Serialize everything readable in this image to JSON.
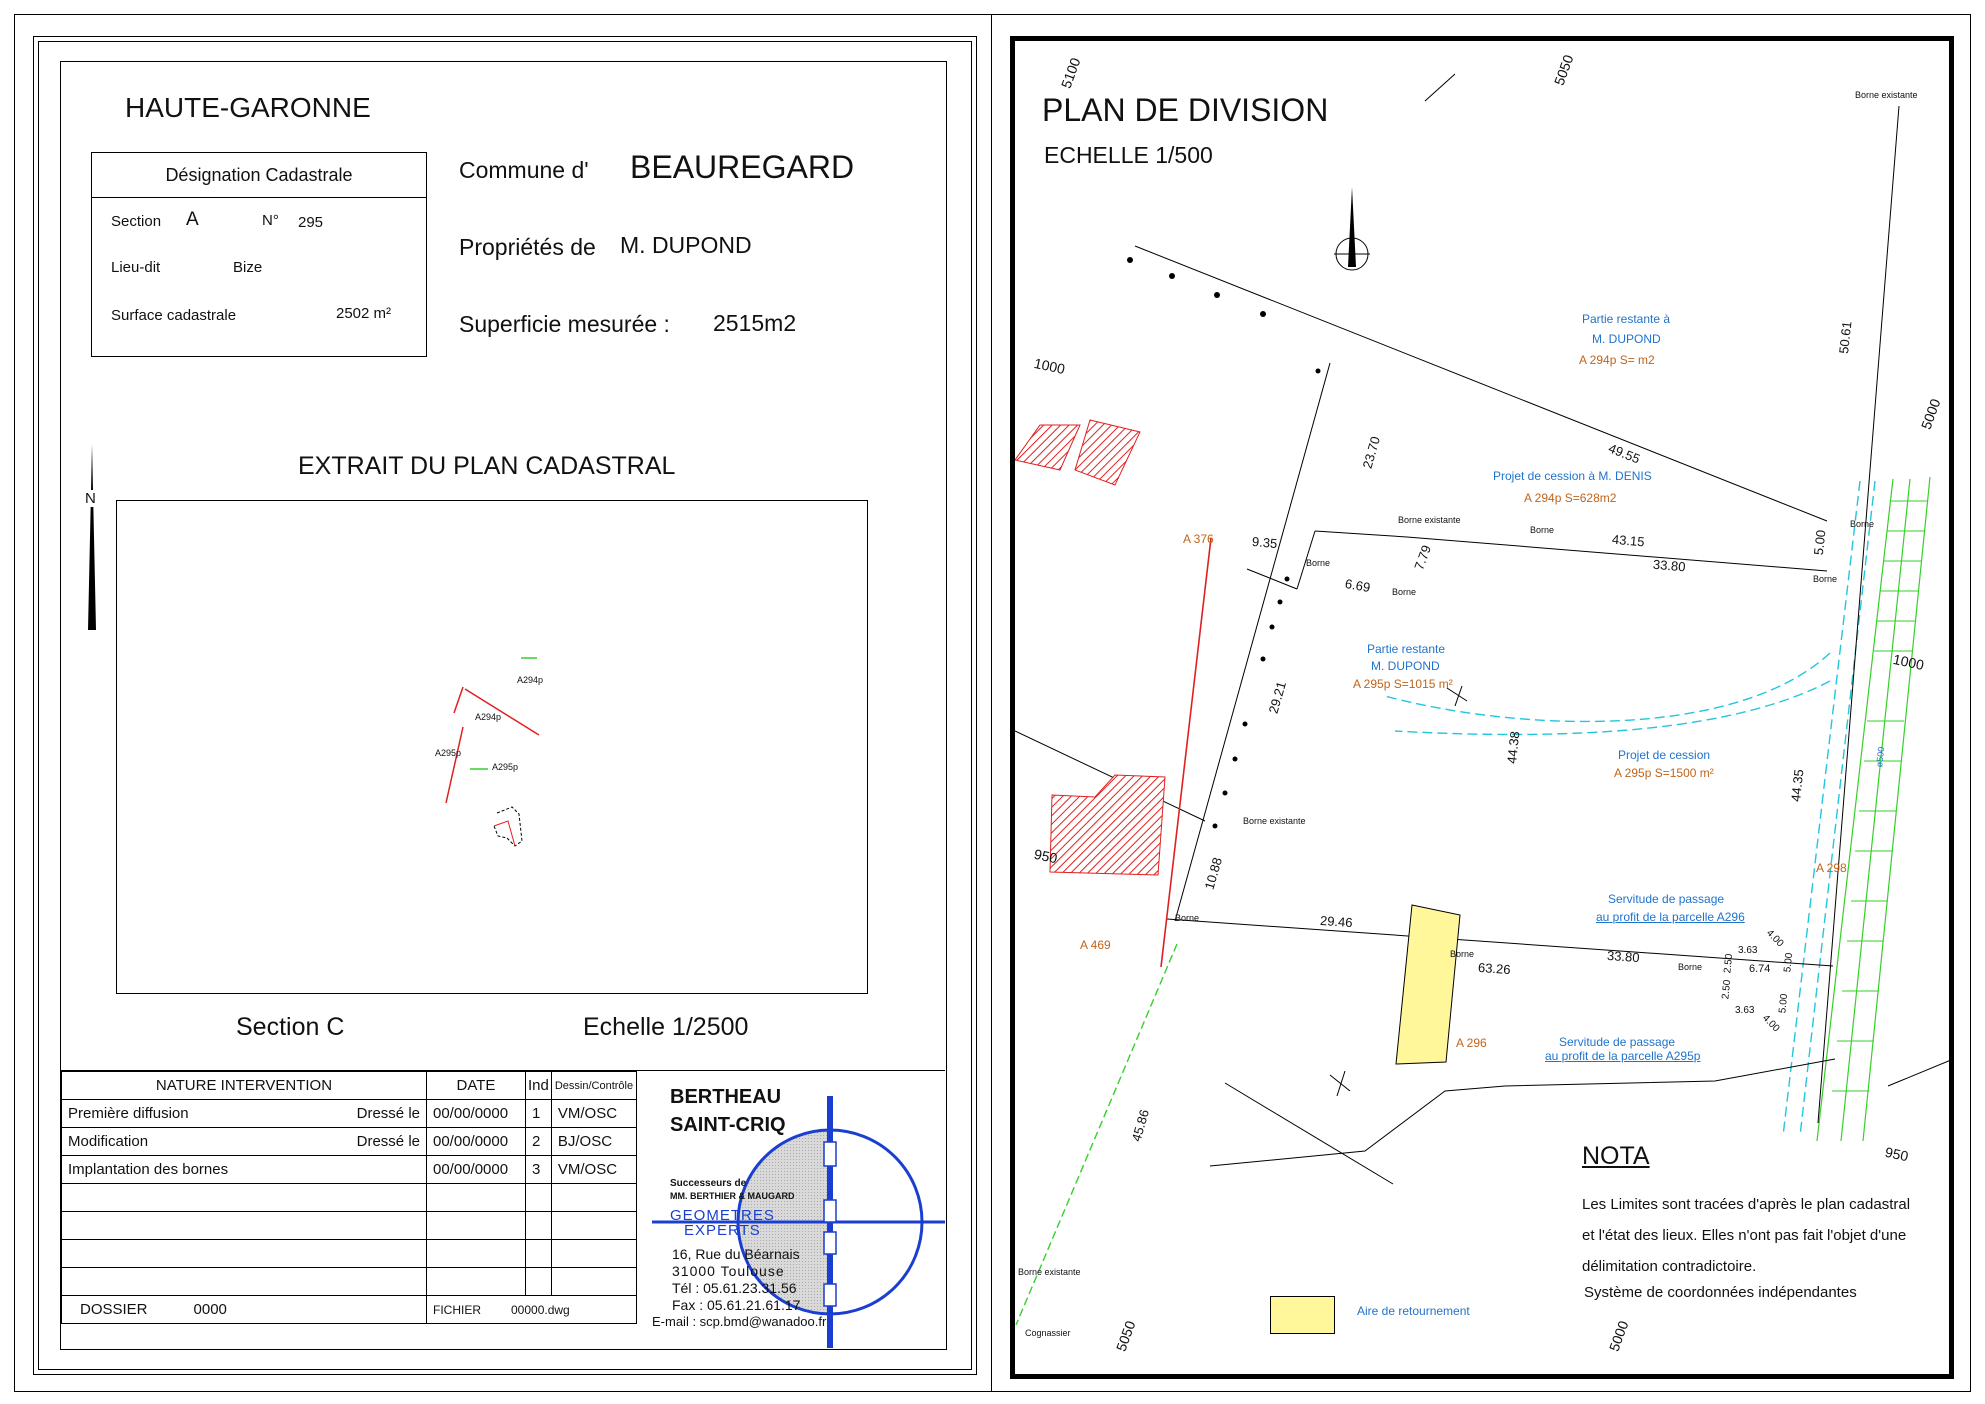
{
  "left": {
    "department": "HAUTE-GARONNE",
    "designation": {
      "title": "Désignation Cadastrale",
      "section_label": "Section",
      "section_value": "A",
      "num_label": "N°",
      "num_value": "295",
      "lieudit_label": "Lieu-dit",
      "lieudit_value": "Bize",
      "surface_label": "Surface cadastrale",
      "surface_value": "2502 m²"
    },
    "commune_label": "Commune d'",
    "commune_value": "BEAUREGARD",
    "owner_label": "Propriétés de",
    "owner_value": "M. DUPOND",
    "measured_label": "Superficie mesurée :",
    "measured_value": "2515m2",
    "extract_title": "EXTRAIT DU PLAN CADASTRAL",
    "north": "N",
    "extract_labels": [
      "A294p",
      "A294p",
      "A295p",
      "A295p"
    ],
    "section_caption": "Section C",
    "scale_caption": "Echelle 1/2500",
    "table": {
      "headers": [
        "NATURE INTERVENTION",
        "DATE",
        "Ind",
        "Dessin/Contrôle"
      ],
      "rows": [
        {
          "nature": "Première diffusion",
          "note": "Dressé le",
          "date": "00/00/0000",
          "ind": "1",
          "by": "VM/OSC"
        },
        {
          "nature": "Modification",
          "note": "Dressé le",
          "date": "00/00/0000",
          "ind": "2",
          "by": "BJ/OSC"
        },
        {
          "nature": "Implantation des bornes",
          "note": "",
          "date": "00/00/0000",
          "ind": "3",
          "by": "VM/OSC"
        }
      ],
      "dossier_label": "DOSSIER",
      "dossier_value": "0000",
      "fichier_label": "FICHIER",
      "fichier_value": "00000.dwg"
    },
    "firm": {
      "name1": "BERTHEAU",
      "name2": "SAINT-CRIQ",
      "successeurs": "Successeurs de",
      "predecessors": "MM. BERTHIER & MAUGARD",
      "prof1": "GEOMETRES",
      "prof2": "EXPERTS",
      "addr1": "16, Rue du Béarnais",
      "addr2": "31000  Toulouse",
      "tel": "Tél : 05.61.23.31.56",
      "fax": "Fax : 05.61.21.61.17",
      "email": "E-mail : scp.bmd@wanadoo.fr"
    }
  },
  "right": {
    "title": "PLAN DE DIVISION",
    "scale": "ECHELLE 1/500",
    "coords": [
      "5100",
      "5050",
      "1000",
      "5000",
      "1000",
      "950",
      "950",
      "5050",
      "5000"
    ],
    "zones": {
      "remaining_294": [
        "Partie restante  à",
        "M. DUPOND",
        "A 294p S=      m2"
      ],
      "cession_denis": [
        "Projet de cession à M. DENIS",
        "A 294p S=628m2"
      ],
      "remaining_295": [
        "Partie restante",
        "M. DUPOND",
        "A 295p S=1015 m²"
      ],
      "cession_295": [
        "Projet de cession",
        "A 295p S=1500 m²"
      ],
      "servitude_a296": [
        "Servitude de passage",
        "au profit de la parcelle A296"
      ],
      "servitude_a295p": [
        "Servitude de passage",
        "au profit de la parcelle A295p"
      ]
    },
    "parcels": [
      "A 376",
      "A 469",
      "A 296",
      "A 298"
    ],
    "dimensions": [
      "49.55",
      "43.15",
      "33.80",
      "9.35",
      "7.79",
      "6.69",
      "29.21",
      "23.70",
      "44.38",
      "44.35",
      "50.61",
      "5.00",
      "29.46",
      "63.26",
      "33.80",
      "10.88",
      "45.86",
      "3.63",
      "4.00",
      "6.74",
      "5.00",
      "2.50",
      "2.50",
      "3.63",
      "4.00",
      "5.00"
    ],
    "markers": [
      "Borne",
      "Borne existante",
      "Cognassier",
      "ø500"
    ],
    "nota_title": "NOTA",
    "nota_lines": [
      "Les Limites sont tracées d'après le plan cadastral",
      "et l'état des lieux. Elles n'ont pas fait l'objet d'une",
      "délimitation contradictoire.",
      "Système de coordonnées indépendantes"
    ],
    "legend": "Aire de retournement",
    "colors": {
      "boundary_red": "#e02020",
      "cession_cyan": "#22c6dd",
      "hedge_green": "#36d02a",
      "legend_yellow": "#fff79a",
      "label_orange": "#c0641a",
      "label_blue": "#1f73cc"
    }
  }
}
